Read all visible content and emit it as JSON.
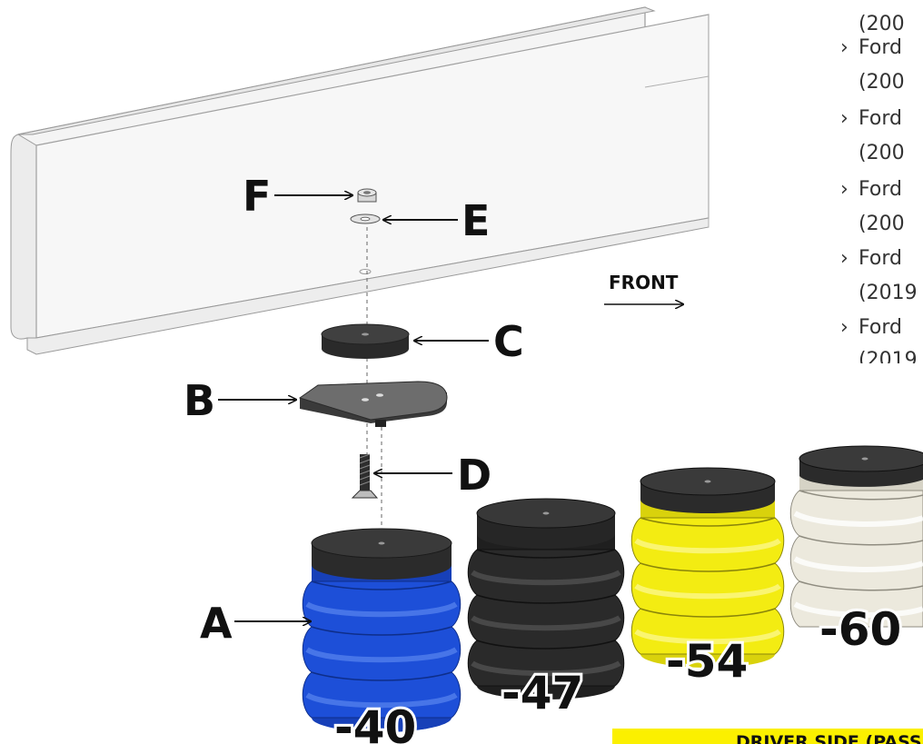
{
  "callouts": {
    "a": "A",
    "b": "B",
    "c": "C",
    "d": "D",
    "e": "E",
    "f": "F"
  },
  "front_label": "FRONT",
  "size_labels": {
    "blue": "-40",
    "black": "-47",
    "yellow": "-54",
    "white": "-60"
  },
  "vehicle_list": {
    "items": [
      {
        "model": "Ford",
        "years": "(200"
      },
      {
        "model": "Ford",
        "years": "(200"
      },
      {
        "model": "Ford",
        "years": "(200"
      },
      {
        "model": "Ford",
        "years": "(2019"
      },
      {
        "model": "Ford",
        "years": "(2019"
      }
    ],
    "top_partial_years": "(200",
    "chevron": "›"
  },
  "banner_text": "DRIVER SIDE (PASSE",
  "colors": {
    "blue": "#1d4fd8",
    "black": "#2a2a2a",
    "yellow": "#f3ec12",
    "white": "#ece9dd",
    "cap": "#3a3a3a",
    "banner": "#fbf000"
  }
}
